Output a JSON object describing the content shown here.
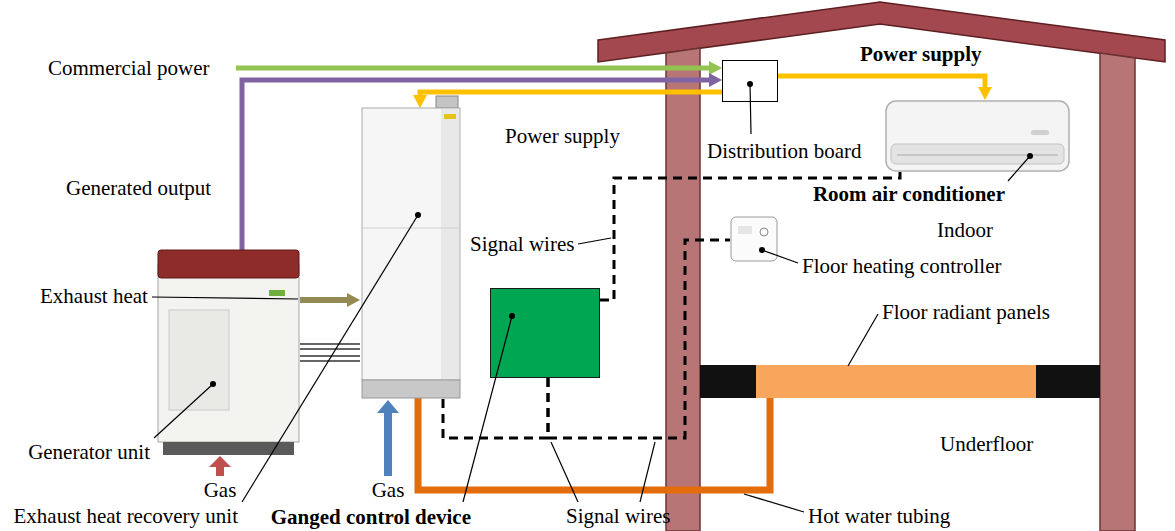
{
  "diagram": {
    "nodes": [
      {
        "text": [
          "Distribution board"
        ]
      },
      {
        "text": [
          "Room air conditioner"
        ]
      },
      {
        "text": [
          "Exhaust heat recovery unit"
        ]
      },
      {
        "text": [
          "Floor heating controller"
        ]
      },
      {
        "text": [
          "Generator unit"
        ]
      },
      {
        "text": [
          "Ganged control device"
        ]
      },
      {
        "text": [
          "Floor radiant panels"
        ]
      }
    ],
    "edges": [
      {
        "from": 4,
        "to": 0,
        "arrow": "to",
        "label": "Generated output"
      },
      {
        "from": 0,
        "to": 2,
        "arrow": "to",
        "label": "Power supply"
      },
      {
        "from": 0,
        "to": 1,
        "arrow": "to",
        "label": "Power supply"
      },
      {
        "from": 4,
        "to": 2,
        "arrow": "to"
      },
      {
        "from": 2,
        "to": 6,
        "arrow": "none"
      },
      {
        "from": 5,
        "to": 1,
        "arrow": "none"
      },
      {
        "from": 5,
        "to": 2,
        "arrow": "none"
      },
      {
        "from": 5,
        "to": 3,
        "arrow": "none"
      }
    ],
    "labels": [
      "Commercial power",
      "Indoor",
      "Signal wires",
      "Exhaust heat",
      "Underfloor",
      "Gas",
      "Gas",
      "Signal wires",
      "Hot water tubing"
    ]
  }
}
